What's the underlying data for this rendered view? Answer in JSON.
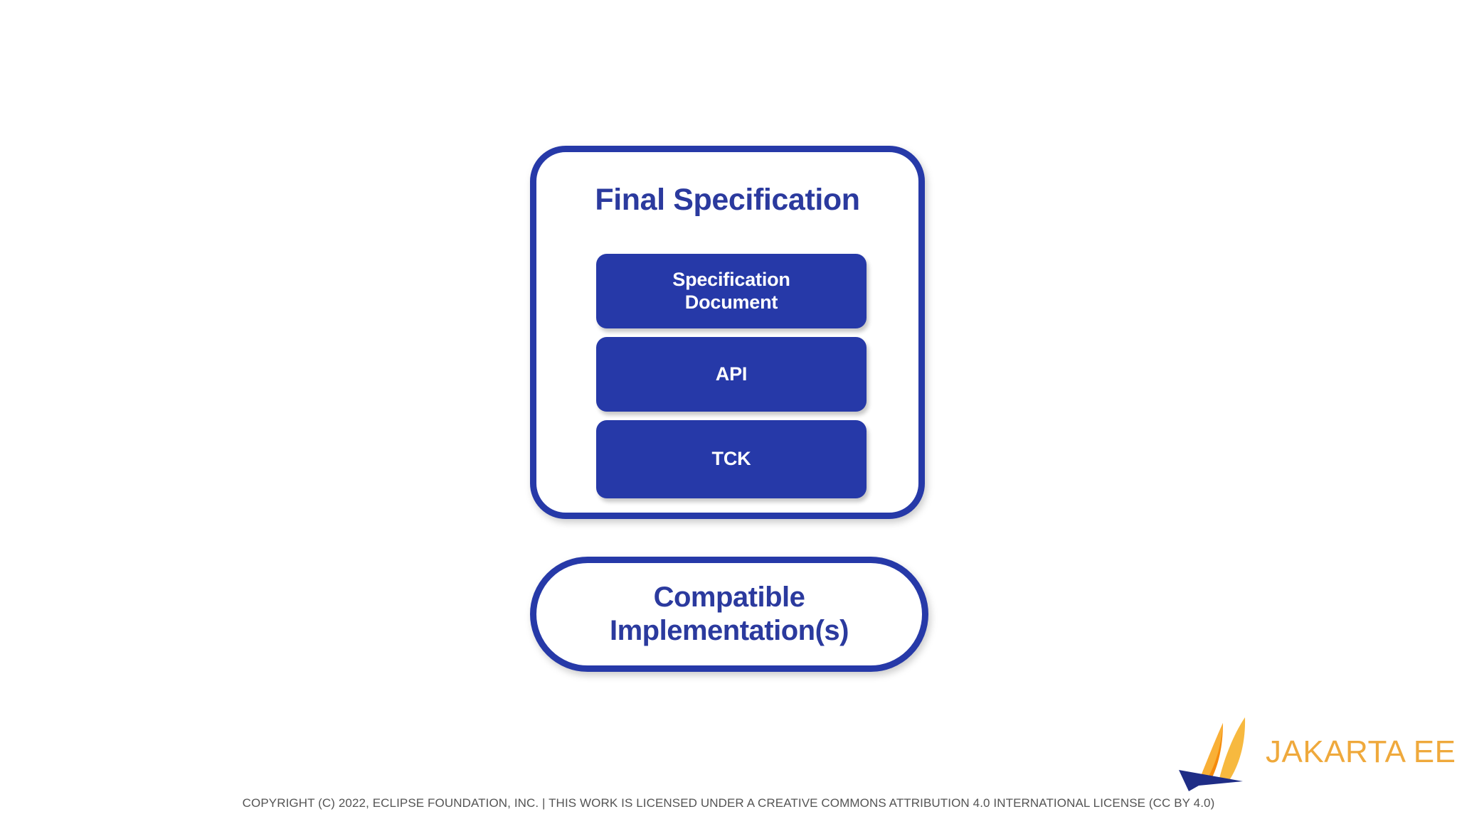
{
  "slide": {
    "background_color": "#FFFFFF",
    "accent_blue": "#2639A8",
    "text_blue": "#2B3A9E",
    "logo_amber": "#EFA93C",
    "logo_navy": "#1F2D86"
  },
  "final_specification": {
    "title": "Final Specification",
    "artifacts": [
      {
        "label": "Specification\nDocument",
        "name": "specification-document"
      },
      {
        "label": "API",
        "name": "api"
      },
      {
        "label": "TCK",
        "name": "tck"
      }
    ]
  },
  "compatible_implementation": {
    "label": "Compatible\nImplementation(s)"
  },
  "logo": {
    "wordmark": "JAKARTA EE",
    "mark_name": "jakarta-ee-sailboat-icon"
  },
  "footer": {
    "copyright": "COPYRIGHT (C) 2022, ECLIPSE FOUNDATION, INC. | THIS WORK IS LICENSED UNDER A CREATIVE COMMONS ATTRIBUTION 4.0 INTERNATIONAL LICENSE (CC BY 4.0)"
  }
}
